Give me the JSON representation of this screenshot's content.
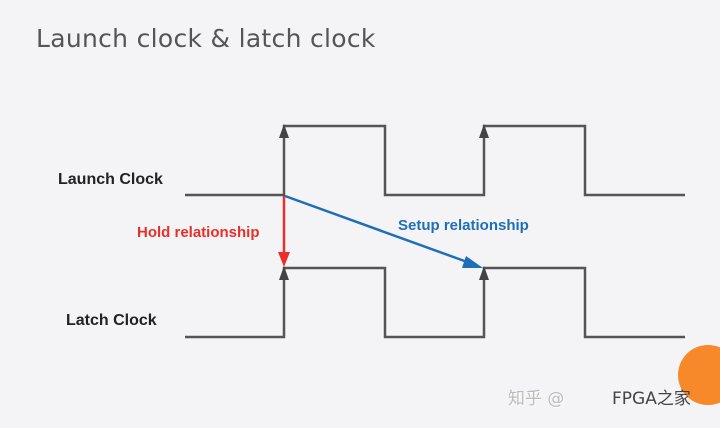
{
  "slide": {
    "title": "Launch clock & latch clock",
    "launch_label": "Launch Clock",
    "latch_label": "Latch Clock",
    "hold_label": "Hold relationship",
    "setup_label": "Setup relationship"
  },
  "colors": {
    "hold": "#e8302a",
    "setup": "#1f6fb8",
    "wave": "#555555"
  },
  "watermark": {
    "prefix": "知乎 @",
    "suffix": "FPGA之家"
  }
}
